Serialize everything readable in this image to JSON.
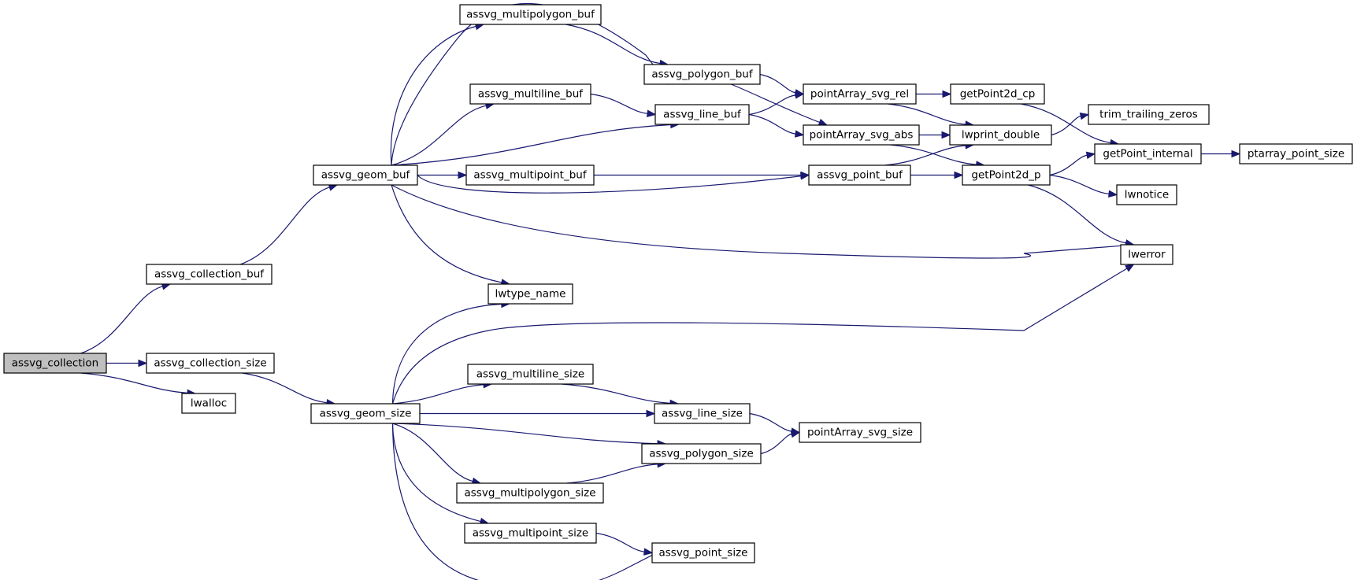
{
  "graph": {
    "nodes": [
      {
        "id": "assvg_collection",
        "label": "assvg_collection",
        "root": true
      },
      {
        "id": "assvg_collection_buf",
        "label": "assvg_collection_buf"
      },
      {
        "id": "assvg_collection_size",
        "label": "assvg_collection_size"
      },
      {
        "id": "lwalloc",
        "label": "lwalloc"
      },
      {
        "id": "assvg_geom_buf",
        "label": "assvg_geom_buf"
      },
      {
        "id": "assvg_geom_size",
        "label": "assvg_geom_size"
      },
      {
        "id": "assvg_multipolygon_buf",
        "label": "assvg_multipolygon_buf"
      },
      {
        "id": "assvg_polygon_buf",
        "label": "assvg_polygon_buf"
      },
      {
        "id": "assvg_multiline_buf",
        "label": "assvg_multiline_buf"
      },
      {
        "id": "assvg_line_buf",
        "label": "assvg_line_buf"
      },
      {
        "id": "assvg_multipoint_buf",
        "label": "assvg_multipoint_buf"
      },
      {
        "id": "assvg_point_buf",
        "label": "assvg_point_buf"
      },
      {
        "id": "lwtype_name",
        "label": "lwtype_name"
      },
      {
        "id": "lwerror",
        "label": "lwerror"
      },
      {
        "id": "pointArray_svg_rel",
        "label": "pointArray_svg_rel"
      },
      {
        "id": "pointArray_svg_abs",
        "label": "pointArray_svg_abs"
      },
      {
        "id": "getPoint2d_cp",
        "label": "getPoint2d_cp"
      },
      {
        "id": "lwprint_double",
        "label": "lwprint_double"
      },
      {
        "id": "getPoint2d_p",
        "label": "getPoint2d_p"
      },
      {
        "id": "trim_trailing_zeros",
        "label": "trim_trailing_zeros"
      },
      {
        "id": "getPoint_internal",
        "label": "getPoint_internal"
      },
      {
        "id": "ptarray_point_size",
        "label": "ptarray_point_size"
      },
      {
        "id": "lwnotice",
        "label": "lwnotice"
      },
      {
        "id": "assvg_multiline_size",
        "label": "assvg_multiline_size"
      },
      {
        "id": "assvg_line_size",
        "label": "assvg_line_size"
      },
      {
        "id": "pointArray_svg_size",
        "label": "pointArray_svg_size"
      },
      {
        "id": "assvg_polygon_size",
        "label": "assvg_polygon_size"
      },
      {
        "id": "assvg_multipolygon_size",
        "label": "assvg_multipolygon_size"
      },
      {
        "id": "assvg_multipoint_size",
        "label": "assvg_multipoint_size"
      },
      {
        "id": "assvg_point_size",
        "label": "assvg_point_size"
      }
    ],
    "edges": [
      [
        "assvg_collection",
        "assvg_collection_buf"
      ],
      [
        "assvg_collection",
        "assvg_collection_size"
      ],
      [
        "assvg_collection",
        "lwalloc"
      ],
      [
        "assvg_collection_buf",
        "assvg_geom_buf"
      ],
      [
        "assvg_collection_size",
        "assvg_geom_size"
      ],
      [
        "assvg_geom_buf",
        "assvg_multipolygon_buf"
      ],
      [
        "assvg_geom_buf",
        "assvg_polygon_buf"
      ],
      [
        "assvg_geom_buf",
        "assvg_multiline_buf"
      ],
      [
        "assvg_geom_buf",
        "assvg_line_buf"
      ],
      [
        "assvg_geom_buf",
        "assvg_multipoint_buf"
      ],
      [
        "assvg_geom_buf",
        "assvg_point_buf"
      ],
      [
        "assvg_geom_buf",
        "lwerror"
      ],
      [
        "assvg_geom_buf",
        "lwtype_name"
      ],
      [
        "assvg_multipolygon_buf",
        "assvg_polygon_buf"
      ],
      [
        "assvg_multiline_buf",
        "assvg_line_buf"
      ],
      [
        "assvg_multipoint_buf",
        "assvg_point_buf"
      ],
      [
        "assvg_polygon_buf",
        "pointArray_svg_rel"
      ],
      [
        "assvg_polygon_buf",
        "pointArray_svg_abs"
      ],
      [
        "assvg_line_buf",
        "pointArray_svg_rel"
      ],
      [
        "assvg_line_buf",
        "pointArray_svg_abs"
      ],
      [
        "assvg_point_buf",
        "lwprint_double"
      ],
      [
        "assvg_point_buf",
        "getPoint2d_p"
      ],
      [
        "pointArray_svg_rel",
        "getPoint2d_cp"
      ],
      [
        "pointArray_svg_rel",
        "lwprint_double"
      ],
      [
        "pointArray_svg_abs",
        "lwprint_double"
      ],
      [
        "pointArray_svg_abs",
        "getPoint2d_p"
      ],
      [
        "getPoint2d_cp",
        "getPoint_internal"
      ],
      [
        "lwprint_double",
        "trim_trailing_zeros"
      ],
      [
        "getPoint2d_p",
        "getPoint_internal"
      ],
      [
        "getPoint2d_p",
        "lwnotice"
      ],
      [
        "getPoint2d_p",
        "lwerror"
      ],
      [
        "getPoint_internal",
        "ptarray_point_size"
      ],
      [
        "assvg_geom_size",
        "lwtype_name"
      ],
      [
        "assvg_geom_size",
        "lwerror"
      ],
      [
        "assvg_geom_size",
        "assvg_multiline_size"
      ],
      [
        "assvg_geom_size",
        "assvg_line_size"
      ],
      [
        "assvg_geom_size",
        "assvg_polygon_size"
      ],
      [
        "assvg_geom_size",
        "assvg_multipolygon_size"
      ],
      [
        "assvg_geom_size",
        "assvg_multipoint_size"
      ],
      [
        "assvg_geom_size",
        "assvg_point_size"
      ],
      [
        "assvg_multiline_size",
        "assvg_line_size"
      ],
      [
        "assvg_line_size",
        "pointArray_svg_size"
      ],
      [
        "assvg_polygon_size",
        "pointArray_svg_size"
      ],
      [
        "assvg_multipolygon_size",
        "assvg_polygon_size"
      ],
      [
        "assvg_multipoint_size",
        "assvg_point_size"
      ]
    ]
  },
  "colors": {
    "edge": "#191970",
    "root_fill": "#bfbfbf",
    "node_fill": "#ffffff",
    "node_stroke": "#000000"
  }
}
